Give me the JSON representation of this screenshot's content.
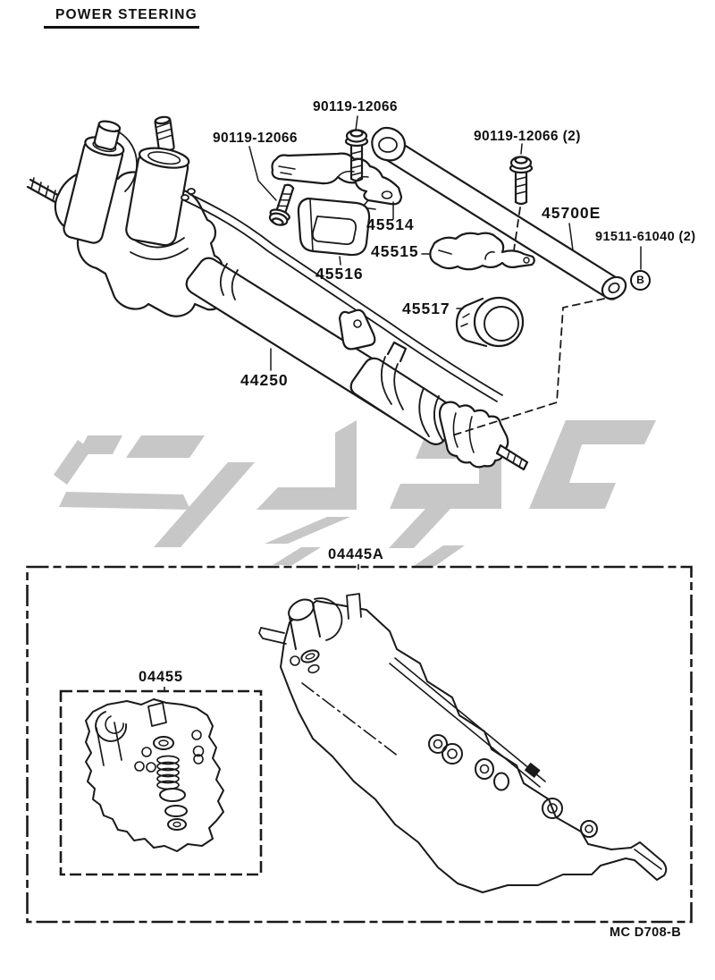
{
  "page": {
    "title": "POWER STEERING",
    "drawing_code": "MC D708-B",
    "colors": {
      "background": "#ffffff",
      "line": "#1a1a1a",
      "watermark": "#c7c7c7"
    }
  },
  "callouts": {
    "bolt_top": "90119-12066",
    "bolt_left": "90119-12066",
    "bolt_right": "90119-12066 (2)",
    "pressure_tube": "45700E",
    "washer": "91511-61040 (2)",
    "bracket": "45514",
    "clamp": "45515",
    "bushing": "45516",
    "grommet": "45517",
    "steering_gear": "44250",
    "gasket_kit_outer": "04445A",
    "gasket_kit_inner": "04455",
    "washer_symbol": "B"
  }
}
